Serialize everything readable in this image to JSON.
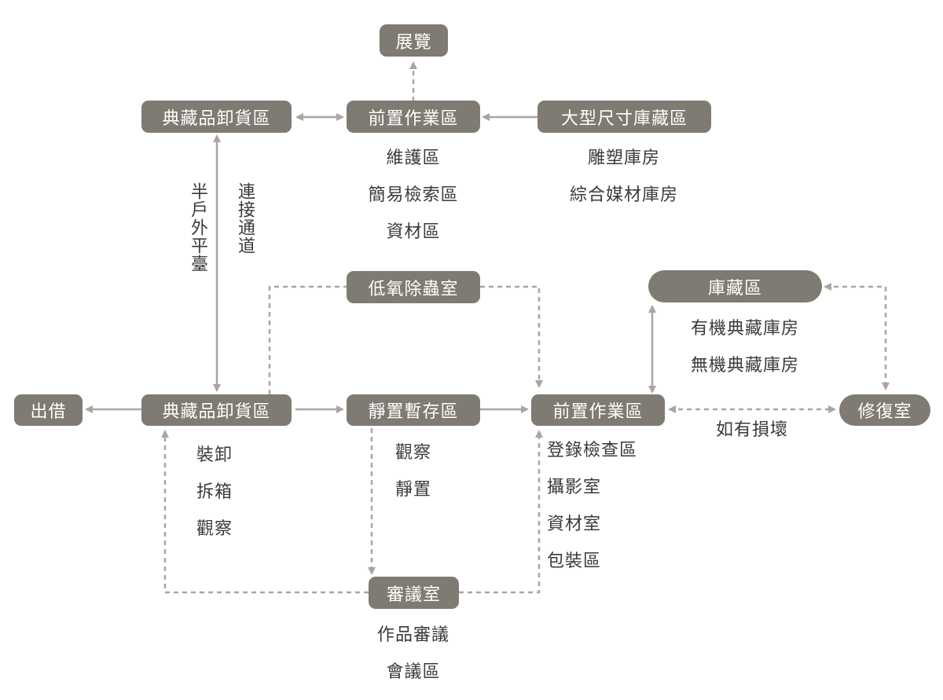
{
  "nodes": {
    "exhibition": "展覽",
    "top_unloading": "典藏品卸貨區",
    "top_prep": "前置作業區",
    "large_storage": "大型尺寸庫藏區",
    "fumigation": "低氧除蟲室",
    "storage": "庫藏區",
    "loan": "出借",
    "mid_unloading": "典藏品卸貨區",
    "staging": "靜置暫存區",
    "mid_prep": "前置作業區",
    "restoration": "修復室",
    "review": "審議室"
  },
  "labels": {
    "top_prep_items": [
      "維護區",
      "簡易檢索區",
      "資材區"
    ],
    "large_storage_items": [
      "雕塑庫房",
      "綜合媒材庫房"
    ],
    "semi_outdoor": "半戶外平臺",
    "connect_passage": "連接通道",
    "storage_items": [
      "有機典藏庫房",
      "無機典藏庫房"
    ],
    "if_damaged": "如有損壞",
    "unloading_items": [
      "裝卸",
      "拆箱",
      "觀察"
    ],
    "staging_items": [
      "觀察",
      "靜置"
    ],
    "mid_prep_items": [
      "登錄檢查區",
      "攝影室",
      "資材室",
      "包裝區"
    ],
    "review_items": [
      "作品審議",
      "會議區"
    ]
  },
  "colors": {
    "box_fill": "#7f7a72",
    "box_text": "#ffffff",
    "arrow": "#a9a6a0",
    "label_text": "#3a3a3a"
  }
}
